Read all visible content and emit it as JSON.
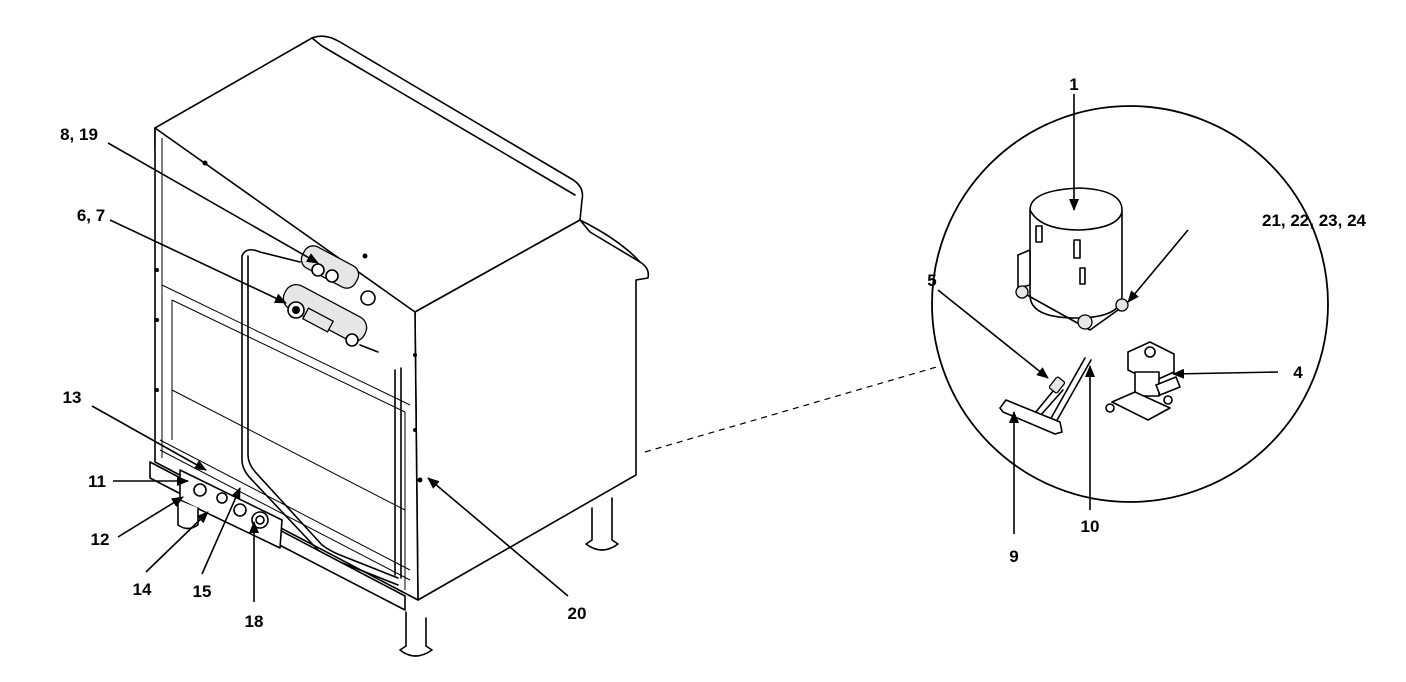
{
  "callouts": {
    "c1": "1",
    "c21_24": "21, 22, 23, 24",
    "c5": "5",
    "c4": "4",
    "c9": "9",
    "c10": "10",
    "c8_19": "8, 19",
    "c6_7": "6, 7",
    "c13": "13",
    "c11": "11",
    "c12": "12",
    "c14": "14",
    "c15": "15",
    "c18": "18",
    "c20": "20"
  }
}
